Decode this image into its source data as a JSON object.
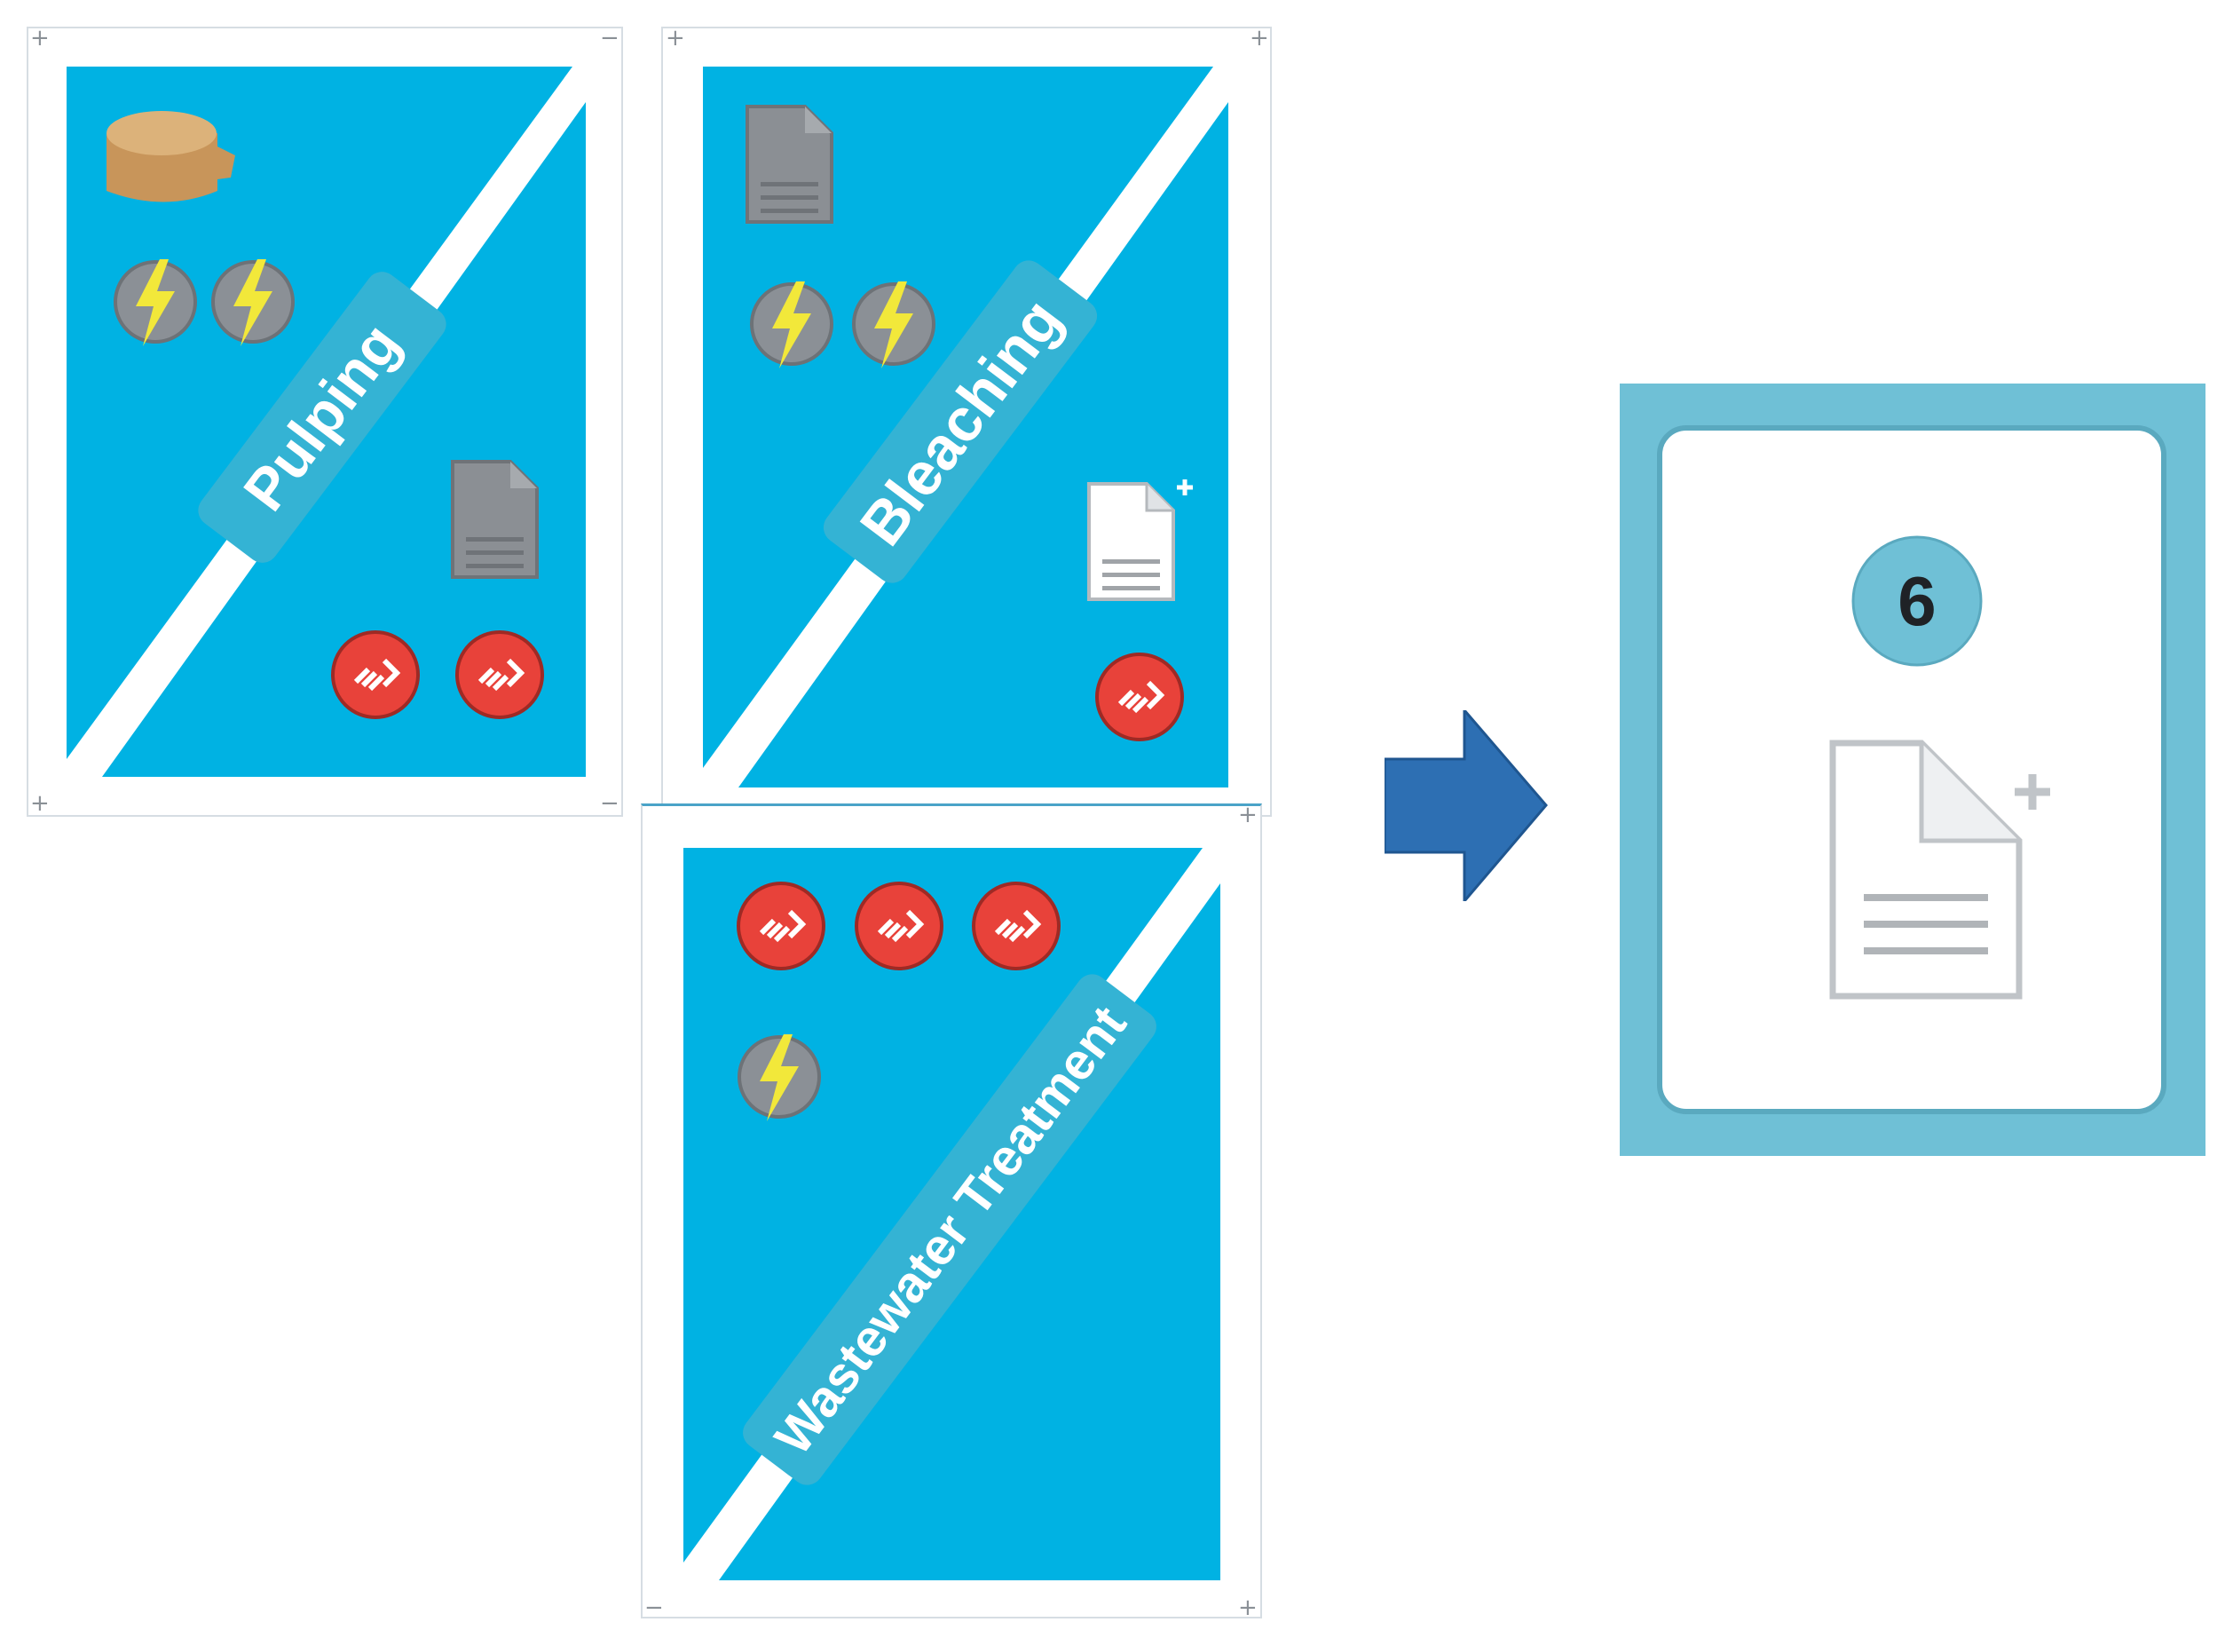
{
  "cards": [
    {
      "title": "Pulping",
      "inputs": [
        "wood-log-icon",
        "energy-icon",
        "energy-icon"
      ],
      "outputs": [
        "pulp-document-icon",
        "pollution-fish-icon",
        "pollution-fish-icon"
      ]
    },
    {
      "title": "Bleaching",
      "inputs": [
        "pulp-document-icon",
        "energy-icon",
        "energy-icon"
      ],
      "outputs": [
        "paper-document-plus-icon",
        "pollution-fish-icon"
      ]
    },
    {
      "title": "Wastewater Treatment",
      "inputs": [
        "pollution-fish-icon",
        "pollution-fish-icon",
        "pollution-fish-icon",
        "energy-icon"
      ],
      "outputs": []
    }
  ],
  "result_card": {
    "value": "6",
    "icon": "paper-document-plus-icon"
  },
  "colors": {
    "card_blue": "#00b2e3",
    "stripe": "#ffffff",
    "label_blue": "#34b3d4",
    "result_frame": "#6fc0d6",
    "arrow": "#2d6fb3",
    "pollution_red": "#e8423a",
    "energy_yellow": "#f2e83a"
  }
}
